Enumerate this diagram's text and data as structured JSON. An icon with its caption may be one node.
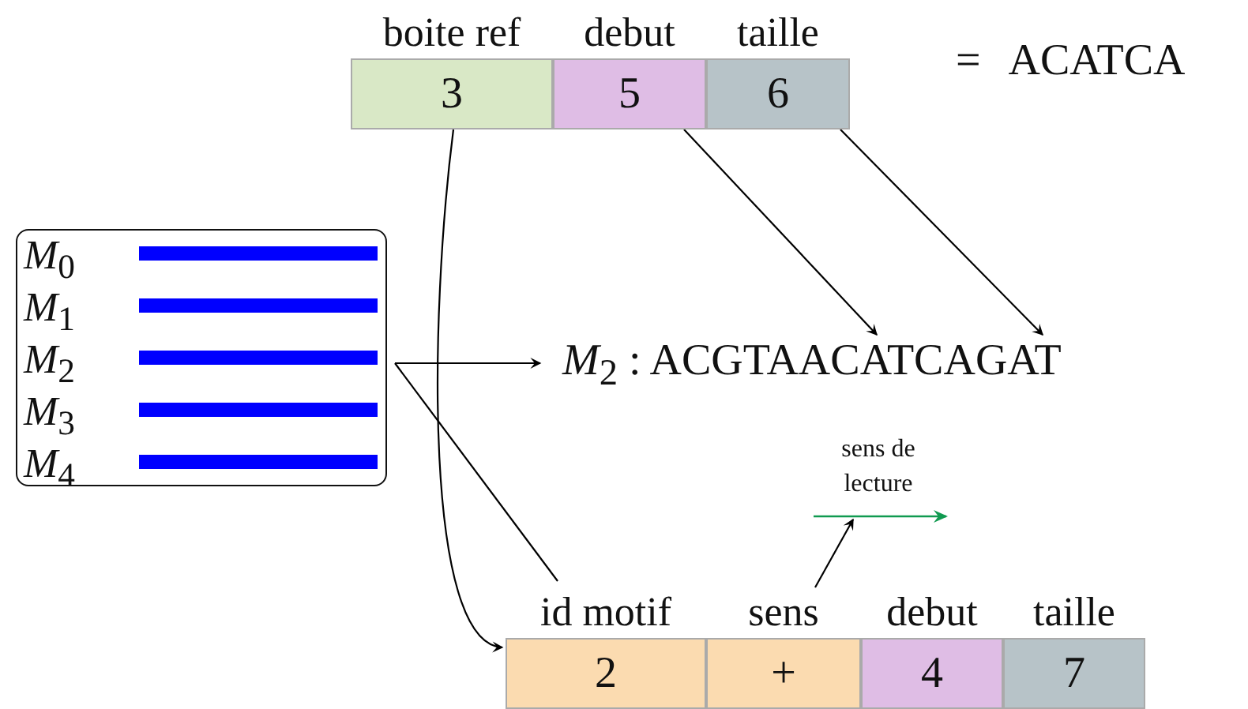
{
  "diagram": {
    "nodes": [
      {
        "text": [
          "boite ref",
          "3"
        ]
      },
      {
        "text": [
          "debut",
          "5"
        ]
      },
      {
        "text": [
          "taille",
          "6"
        ]
      },
      {
        "text": [
          "*M*$_{0}$",
          "*M*$_{1}$",
          "*M*$_{2}$",
          "*M*$_{3}$",
          "*M*$_{4}$"
        ]
      },
      {
        "text": [
          "*M*$_{2}$ : ACGTAACATCAGAT"
        ]
      },
      {
        "text": [],
        "shape": "arrow",
        "beside": [
          "sens de lecture"
        ]
      },
      {
        "text": [
          "id motif",
          "2"
        ]
      },
      {
        "text": [
          "sens",
          "+"
        ]
      },
      {
        "text": [
          "debut",
          "4"
        ]
      },
      {
        "text": [
          "taille",
          "7"
        ]
      }
    ],
    "edges": [
      {
        "from": 0,
        "to": 6,
        "arrow": "to"
      },
      {
        "from": 1,
        "to": 4,
        "arrow": "to"
      },
      {
        "from": 2,
        "to": 4,
        "arrow": "to"
      },
      {
        "from": 3,
        "to": 4,
        "arrow": "to"
      },
      {
        "from": 3,
        "to": 6,
        "arrow": "none"
      },
      {
        "from": 7,
        "to": 5,
        "arrow": "to"
      }
    ],
    "labels": [
      "= ACATCA"
    ]
  }
}
